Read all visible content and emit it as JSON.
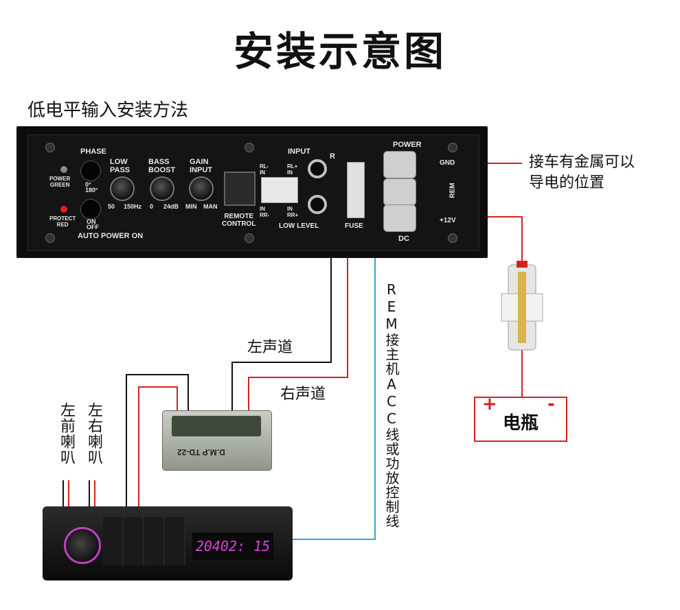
{
  "title": "安装示意图",
  "subtitle": "低电平输入安装方法",
  "annotations": {
    "ground_note_line1": "接车有金属可以",
    "ground_note_line2": "导电的位置",
    "left_channel": "左声道",
    "right_channel": "右声道",
    "rem_note": "REM接主机ACC线或功放控制线",
    "front_left_speaker": "左前喇叭",
    "left_right_speaker": "左右喇叭"
  },
  "battery": {
    "label": "电瓶",
    "plus": "+",
    "minus": "-"
  },
  "amp_panel": {
    "phase": "PHASE",
    "phase_0": "0°",
    "phase_180": "180°",
    "power_green": "POWER\nGREEN",
    "protect_red": "PROTECT\nRED",
    "on": "ON",
    "off": "OFF",
    "auto_power_on": "AUTO POWER ON",
    "low_pass": "LOW\nPASS",
    "low_pass_min": "50",
    "low_pass_max": "150Hz",
    "bass_boost": "BASS\nBOOST",
    "bass_min": "0",
    "bass_max": "24dB",
    "gain_input": "GAIN\nINPUT",
    "gain_min": "MIN",
    "gain_max": "MAN",
    "remote_control": "REMOTE\nCONTROL",
    "input": "INPUT",
    "r": "R",
    "rl_in_minus": "RL-\nIN",
    "rl_in_plus": "RL+\nIN",
    "in_rr_minus": "IN\nRR-",
    "in_rr_plus": "IN\nRR+",
    "low_level": "LOW LEVEL",
    "fuse": "FUSE",
    "power": "POWER",
    "gnd": "GND",
    "rem": "REM",
    "plus12v": "+12V",
    "dc": "DC"
  },
  "processor": {
    "model": "D.M.P TD-22"
  },
  "head_unit": {
    "display": "20402: 15"
  },
  "colors": {
    "red_wire": "#d62020",
    "blue_wire": "#3aa0d8",
    "black_wire": "#111111"
  }
}
